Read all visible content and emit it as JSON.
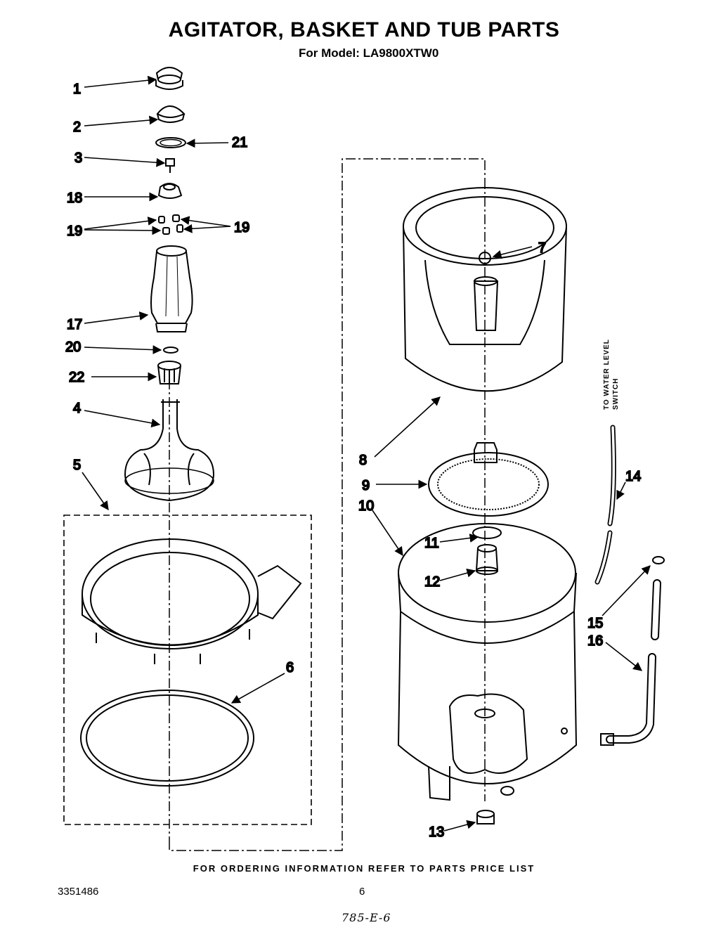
{
  "title": "AGITATOR, BASKET AND TUB PARTS",
  "subtitle": "For Model: LA9800XTW0",
  "footer": "FOR ORDERING INFORMATION REFER TO PARTS PRICE LIST",
  "doc_number": "3351486",
  "page_number": "6",
  "handwritten_note": "785-E-6",
  "water_level_label": {
    "line1": "TO WATER LEVEL",
    "line2": "SWITCH"
  },
  "callouts": {
    "c1": "1",
    "c2": "2",
    "c3": "3",
    "c4": "4",
    "c5": "5",
    "c6": "6",
    "c7": "7",
    "c8": "8",
    "c9": "9",
    "c10": "10",
    "c11": "11",
    "c12": "12",
    "c13": "13",
    "c14": "14",
    "c15": "15",
    "c16": "16",
    "c17": "17",
    "c18": "18",
    "c19a": "19",
    "c19b": "19",
    "c20": "20",
    "c21": "21",
    "c22": "22"
  }
}
